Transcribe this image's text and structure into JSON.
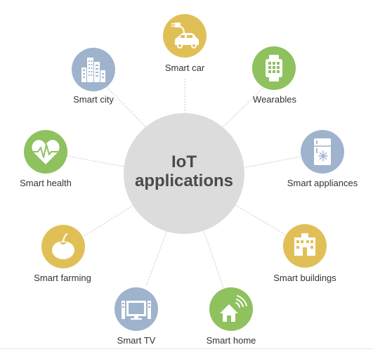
{
  "center": {
    "line1": "IoT",
    "line2": "applications"
  },
  "nodes": [
    {
      "label": "Smart car",
      "icon": "car-icon",
      "color": "#e0c056"
    },
    {
      "label": "Wearables",
      "icon": "smartwatch-icon",
      "color": "#8fc15f"
    },
    {
      "label": "Smart appliances",
      "icon": "refrigerator-icon",
      "color": "#9fb3cd"
    },
    {
      "label": "Smart buildings",
      "icon": "building-icon",
      "color": "#e0c056"
    },
    {
      "label": "Smart home",
      "icon": "home-wifi-icon",
      "color": "#8fc15f"
    },
    {
      "label": "Smart TV",
      "icon": "tv-icon",
      "color": "#9fb3cd"
    },
    {
      "label": "Smart farming",
      "icon": "tomato-icon",
      "color": "#e0c056"
    },
    {
      "label": "Smart health",
      "icon": "heart-pulse-icon",
      "color": "#8fc15f"
    },
    {
      "label": "Smart city",
      "icon": "city-skyline-icon",
      "color": "#9fb3cd"
    }
  ],
  "colors": {
    "hub": "#dcdcdc",
    "connector": "#c8c8c8",
    "label_text": "#333333",
    "hub_text": "#4a4a4a"
  }
}
